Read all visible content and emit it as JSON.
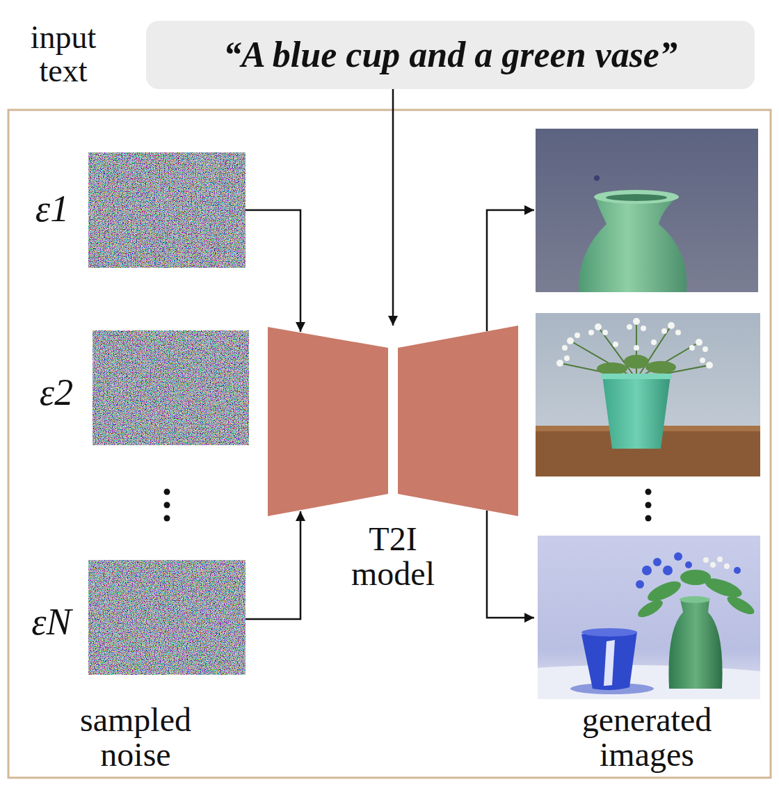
{
  "diagram": {
    "nodes": [
      {
        "text": [
          "“A blue cup and a green vase”"
        ]
      },
      {
        "text": [
          "T2I model"
        ]
      }
    ],
    "edges": [
      {
        "from": 0,
        "to": 1,
        "arrow": "to"
      }
    ],
    "labels": [
      "input text",
      "ε1",
      "ε2",
      "εN",
      "sampled noise",
      "generated images"
    ]
  }
}
